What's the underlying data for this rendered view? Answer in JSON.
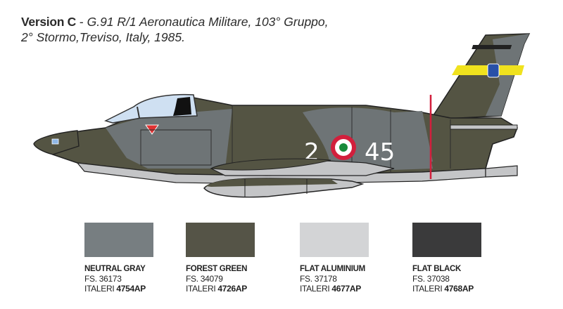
{
  "title": {
    "version": "Version C",
    "separator": " - ",
    "line1": "G.91 R/1 Aeronautica Militare, 103° Gruppo,",
    "line2": "2° Stormo,Treviso, Italy, 1985."
  },
  "aircraft": {
    "code_left": "2",
    "code_right": "45",
    "colors": {
      "neutral_gray": "#6e7476",
      "forest_green": "#545443",
      "underside": "#c4c5c7",
      "canopy": "#cfe0f2",
      "band_yellow": "#f0e21e",
      "roundel_red": "#d21f3c",
      "roundel_green": "#1a8a3a",
      "stripe_red": "#d21f3c"
    }
  },
  "swatches": [
    {
      "name": "NEUTRAL GRAY",
      "fs": "FS. 36173",
      "brand": "ITALERI",
      "code": "4754AP",
      "color": "#777e81"
    },
    {
      "name": "FOREST GREEN",
      "fs": "FS. 34079",
      "brand": "ITALERI",
      "code": "4726AP",
      "color": "#555447"
    },
    {
      "name": "FLAT ALUMINIUM",
      "fs": "FS. 37178",
      "brand": "ITALERI",
      "code": "4677AP",
      "color": "#d3d4d6"
    },
    {
      "name": "FLAT BLACK",
      "fs": "FS. 37038",
      "brand": "ITALERI",
      "code": "4768AP",
      "color": "#3a3a3b"
    }
  ]
}
